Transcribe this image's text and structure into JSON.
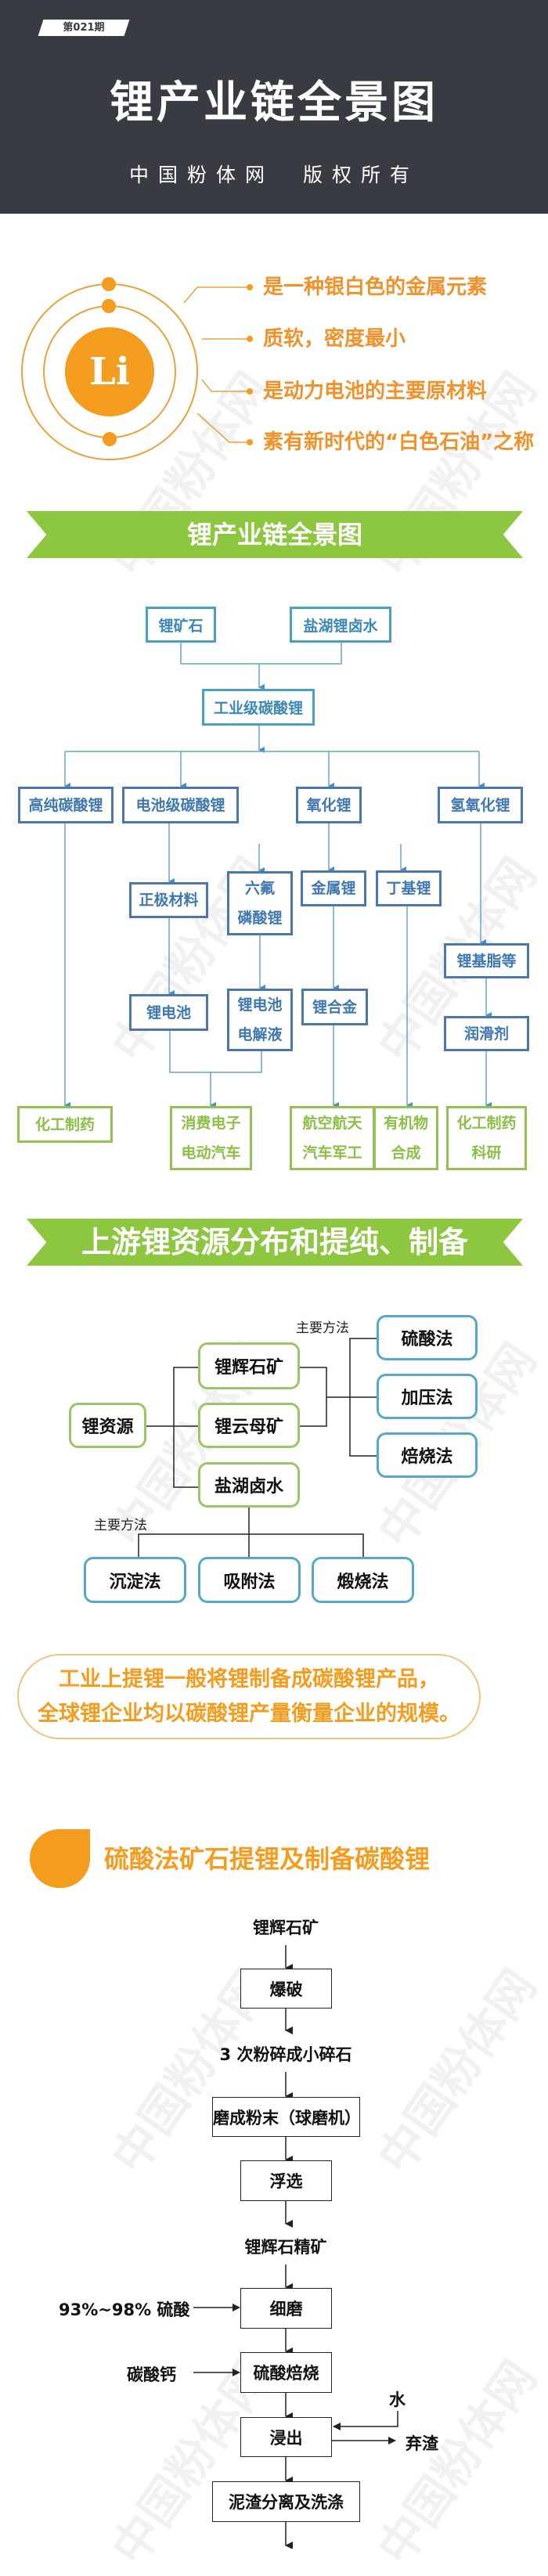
{
  "header": {
    "issue": "第021期",
    "title": "锂产业链全景图",
    "subtitle": "中国粉体网　版权所有"
  },
  "watermark": "中国粉体网",
  "element": {
    "symbol": "Li",
    "facts": [
      "是一种银白色的金属元素",
      "质软，密度最小",
      "是动力电池的主要原材料",
      "素有新时代的“白色石油”之称"
    ]
  },
  "chain": {
    "banner": "锂产业链全景图",
    "sources": [
      "锂矿石",
      "盐湖锂卤水"
    ],
    "base": "工业级碳酸锂",
    "products": [
      "高纯碳酸锂",
      "电池级碳酸锂",
      "氧化锂",
      "氢氧化锂"
    ],
    "intermediates": {
      "cathode": "正极材料",
      "lipf6": [
        "六氟",
        "磷酸锂"
      ],
      "metal": "金属锂",
      "butyl": "丁基锂",
      "grease": "锂基脂等"
    },
    "derived": {
      "battery": "锂电池",
      "electrolyte": [
        "锂电池",
        "电解液"
      ],
      "alloy": "锂合金",
      "lubricant": "润滑剂"
    },
    "applications": {
      "chem": "化工制药",
      "consumer": [
        "消费电子",
        "电动汽车"
      ],
      "aero": [
        "航空航天",
        "汽车军工"
      ],
      "organic": [
        "有机物",
        "合成"
      ],
      "research": [
        "化工制药",
        "科研"
      ]
    }
  },
  "upstream": {
    "banner": "上游锂资源分布和提纯、制备",
    "root": "锂资源",
    "ores": [
      "锂辉石矿",
      "锂云母矿"
    ],
    "brine": "盐湖卤水",
    "method_label": "主要方法",
    "ore_methods": [
      "硫酸法",
      "加压法",
      "焙烧法"
    ],
    "brine_methods": [
      "沉淀法",
      "吸附法",
      "煅烧法"
    ]
  },
  "callout": [
    "工业上提锂一般将锂制备成碳酸锂产品，",
    "全球锂企业均以碳酸锂产量衡量企业的规模。"
  ],
  "process": {
    "title": "硫酸法矿石提锂及制备碳酸锂",
    "ore": "锂辉石矿",
    "blast": "爆破",
    "crush": "3 次粉碎成小碎石",
    "mill": "磨成粉末（球磨机）",
    "flotation": "浮选",
    "concentrate": "锂辉石精矿",
    "fine_grind": "细磨",
    "acid_input": "93%~98% 硫酸",
    "roast": "硫酸焙烧",
    "caco3_input": "碳酸钙",
    "leach": "浸出",
    "water_input": "水",
    "waste_output": "弃渣",
    "separate": "泥渣分离及洗涤"
  },
  "colors": {
    "header_bg": "#393b43",
    "orange": "#f39c1e",
    "green": "#8dc63f",
    "blue": "#3b87b5"
  }
}
